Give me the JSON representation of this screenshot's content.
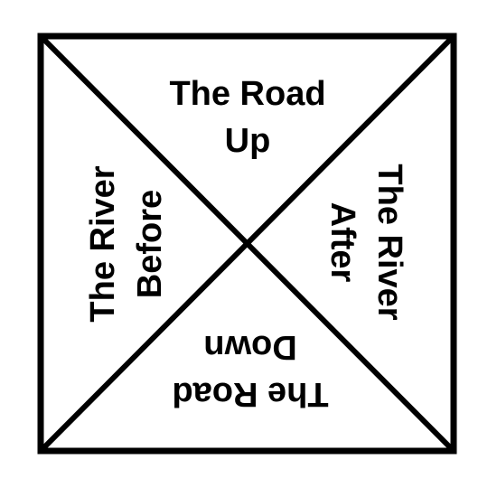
{
  "diagram": {
    "stroke_color": "#000000",
    "background": "#ffffff",
    "quadrants": {
      "top": {
        "line1": "The Road",
        "line2": "Up"
      },
      "right": {
        "line1": "The River",
        "line2": "After"
      },
      "bottom": {
        "line1": "The Road",
        "line2": "Down"
      },
      "left": {
        "line1": "The River",
        "line2": "Before"
      }
    }
  }
}
